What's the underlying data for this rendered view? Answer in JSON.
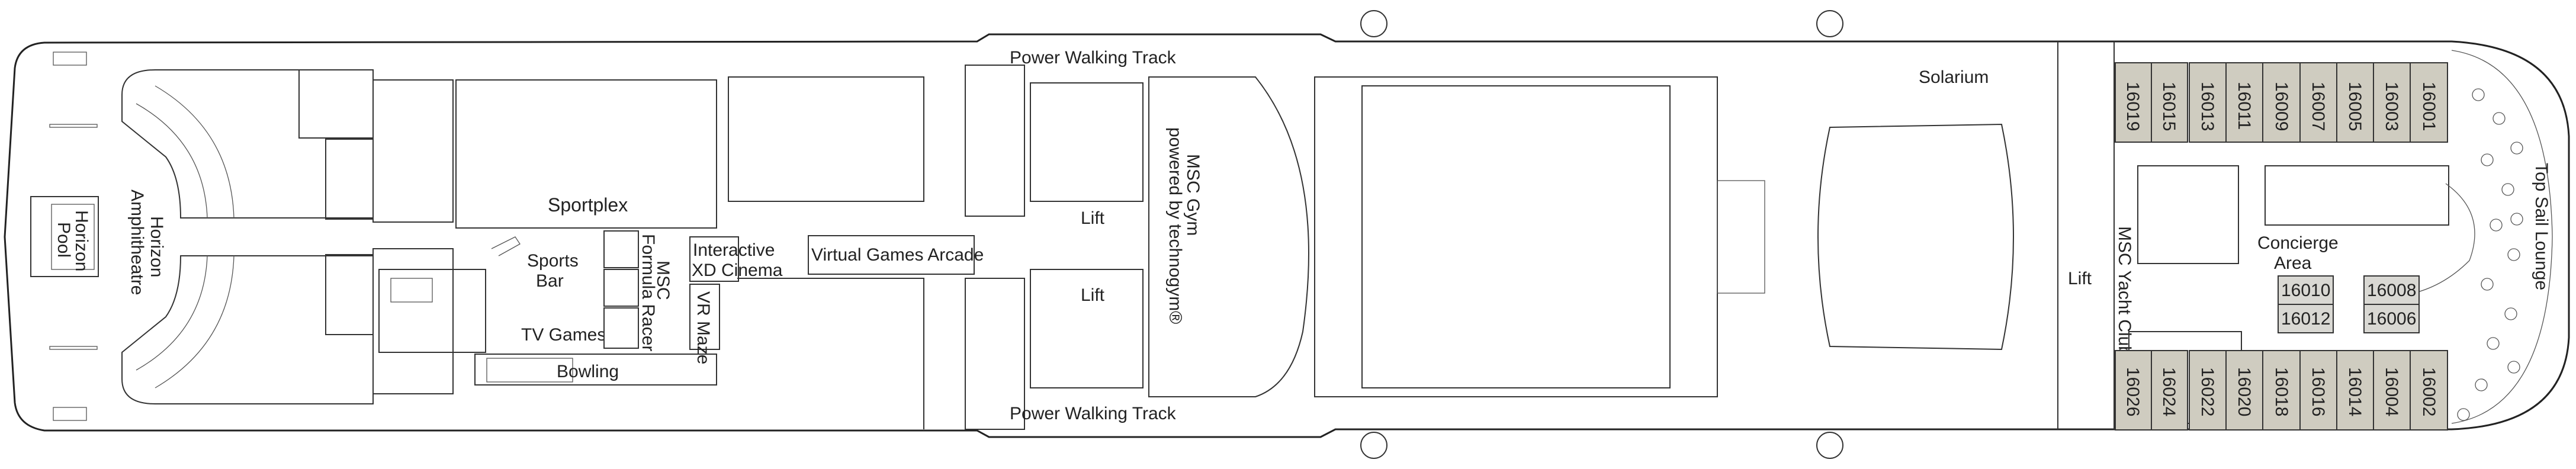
{
  "deck_plan": {
    "colors": {
      "cabin_fill": "#cfccc0",
      "cabin_inner_fill": "#d9d8d3",
      "line": "#333333"
    },
    "areas": {
      "horizon_pool": [
        "Horizon",
        "Pool"
      ],
      "horizon_amphitheatre": [
        "Horizon",
        "Amphitheatre"
      ],
      "sportplex": "Sportplex",
      "power_walking_track_top": "Power Walking Track",
      "power_walking_track_bottom": "Power Walking Track",
      "sports_bar": [
        "Sports",
        "Bar"
      ],
      "tv_games": "TV Games",
      "bowling": "Bowling",
      "formula_racer": [
        "MSC",
        "Formula Racer"
      ],
      "xd_cinema": [
        "Interactive",
        "XD Cinema"
      ],
      "vr_maze": "VR Maze",
      "virtual_games_arcade": "Virtual Games Arcade",
      "lift_1": "Lift",
      "lift_2": "Lift",
      "gym": [
        "MSC Gym",
        "powered by technogym®"
      ],
      "solarium": "Solarium",
      "lift_3": "Lift",
      "yacht_club": "MSC Yacht Club",
      "concierge": [
        "Concierge",
        "Area"
      ],
      "top_sail_lounge": "Top Sail Lounge"
    },
    "cabins_top": [
      "16019",
      "16015",
      "16013",
      "16011",
      "16009",
      "16007",
      "16005",
      "16003",
      "16001"
    ],
    "cabins_bottom": [
      "16026",
      "16024",
      "16022",
      "16020",
      "16018",
      "16016",
      "16014",
      "16004",
      "16002"
    ],
    "cabins_middle": [
      "16010",
      "16012",
      "16008",
      "16006"
    ]
  }
}
